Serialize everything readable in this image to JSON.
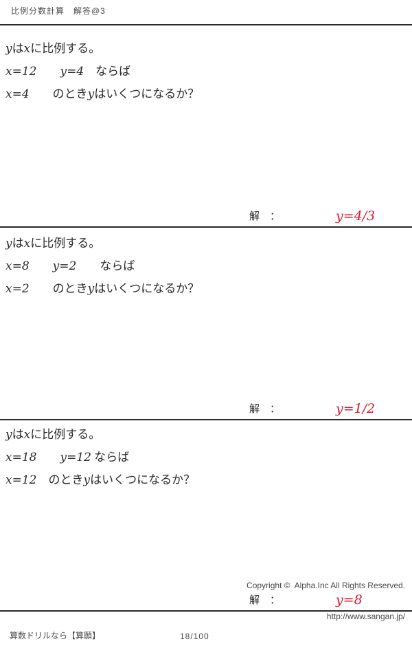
{
  "header": {
    "title": "比例分数計算　解答@3"
  },
  "problems": [
    {
      "line1": [
        "y",
        "は",
        "x",
        "に比例する。"
      ],
      "line2": [
        "x=12",
        "　　",
        "y=4",
        "　",
        "ならば"
      ],
      "line3": [
        "x=4",
        "　　",
        "のとき",
        "y",
        "はいくつになるか？"
      ],
      "answer_label": "解　：",
      "answer": "y=4/3"
    },
    {
      "line1": [
        "y",
        "は",
        "x",
        "に比例する。"
      ],
      "line2": [
        "x=8",
        "　　",
        "y=2",
        "　　",
        "ならば"
      ],
      "line3": [
        "x=2",
        "　　",
        "のとき",
        "y",
        "はいくつになるか？"
      ],
      "answer_label": "解　：",
      "answer": "y=1/2"
    },
    {
      "line1": [
        "y",
        "は",
        "x",
        "に比例する。"
      ],
      "line2": [
        "x=18",
        "　　",
        "y=12",
        " ",
        "ならば"
      ],
      "line3": [
        "x=12",
        "　",
        "のとき",
        "y",
        "はいくつになるか？"
      ],
      "answer_label": "解　：",
      "answer": "y=8"
    }
  ],
  "footer": {
    "site_name": "算数ドリルなら【算願】",
    "page_number": "18/100",
    "copyright": "Copyright ©  Alpha.Inc All Rights Reserved.",
    "url": "http://www.sangan.jp/"
  },
  "colors": {
    "answer_red": "#e3172f",
    "text": "#2b2b2b",
    "rule": "#2a2a2a"
  }
}
